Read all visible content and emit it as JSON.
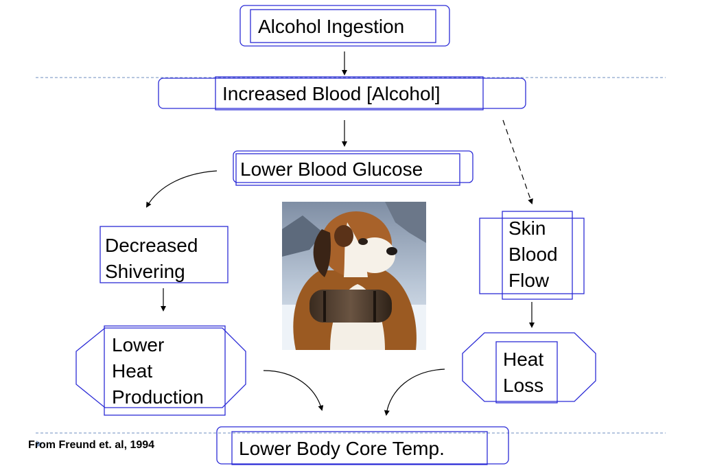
{
  "nodes": {
    "alcohol_ingestion": "Alcohol Ingestion",
    "increased_blood_alcohol": "Increased Blood [Alcohol]",
    "lower_blood_glucose": "Lower Blood Glucose",
    "decreased_shivering": [
      "Decreased",
      "Shivering"
    ],
    "skin_blood_flow": [
      "Skin",
      "Blood",
      "Flow"
    ],
    "lower_heat_production": [
      "Lower",
      "Heat",
      "Production"
    ],
    "heat_loss": [
      "Heat",
      "Loss"
    ],
    "lower_body_core_temp": "Lower Body Core Temp."
  },
  "source": "From Freund et. al, 1994",
  "image": {
    "subject": "st-bernard-dog-with-barrel"
  },
  "colors": {
    "box": "#2b2bd6",
    "divider": "#8aa5cc",
    "arrow": "#000000"
  }
}
